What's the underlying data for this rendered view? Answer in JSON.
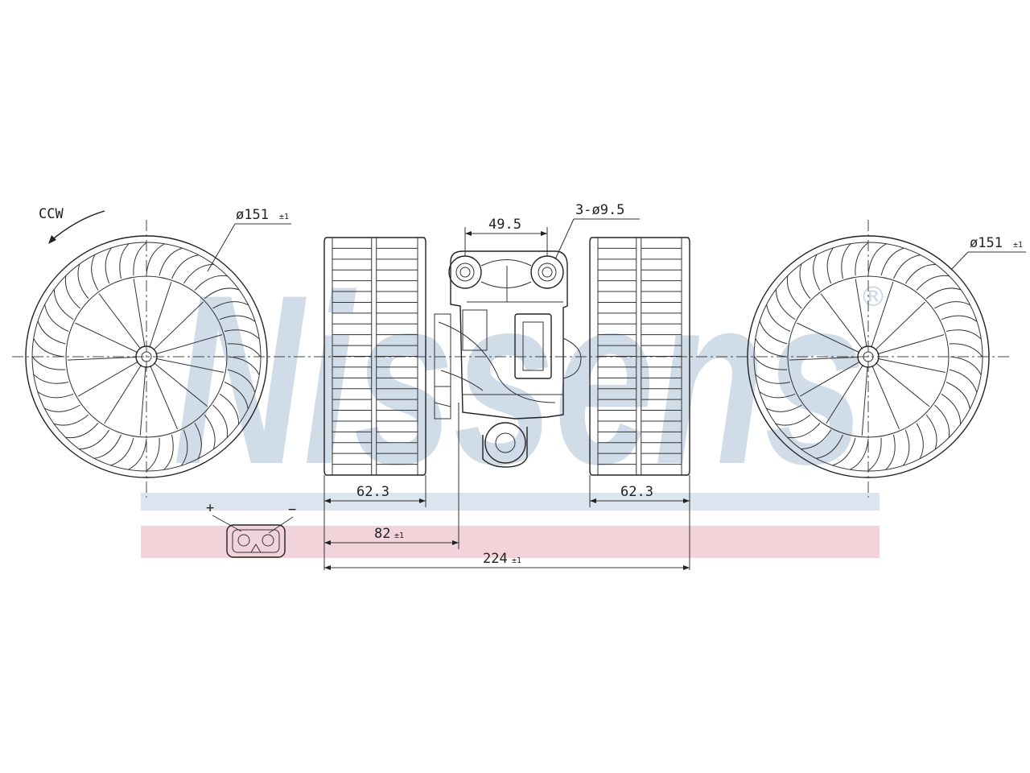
{
  "drawing": {
    "rotation_label": "CCW",
    "left_wheel_diameter": "ø151",
    "left_wheel_tol": "±1",
    "right_wheel_diameter": "ø151",
    "right_wheel_tol": "±1",
    "hole_spacing": "49.5",
    "hole_spec": "3-ø9.5",
    "left_wheel_width": "62.3",
    "right_wheel_width": "62.3",
    "offset_dim": "82",
    "offset_tol": "±1",
    "overall_length": "224",
    "overall_tol": "±1",
    "connector_plus": "+",
    "connector_minus": "−"
  },
  "watermark": {
    "text": "Nissens",
    "registered": "®",
    "color": "#c9d6e6",
    "band_blue": "#dbe5ef",
    "band_pink": "#f3d3da"
  },
  "colors": {
    "line": "#222222"
  }
}
